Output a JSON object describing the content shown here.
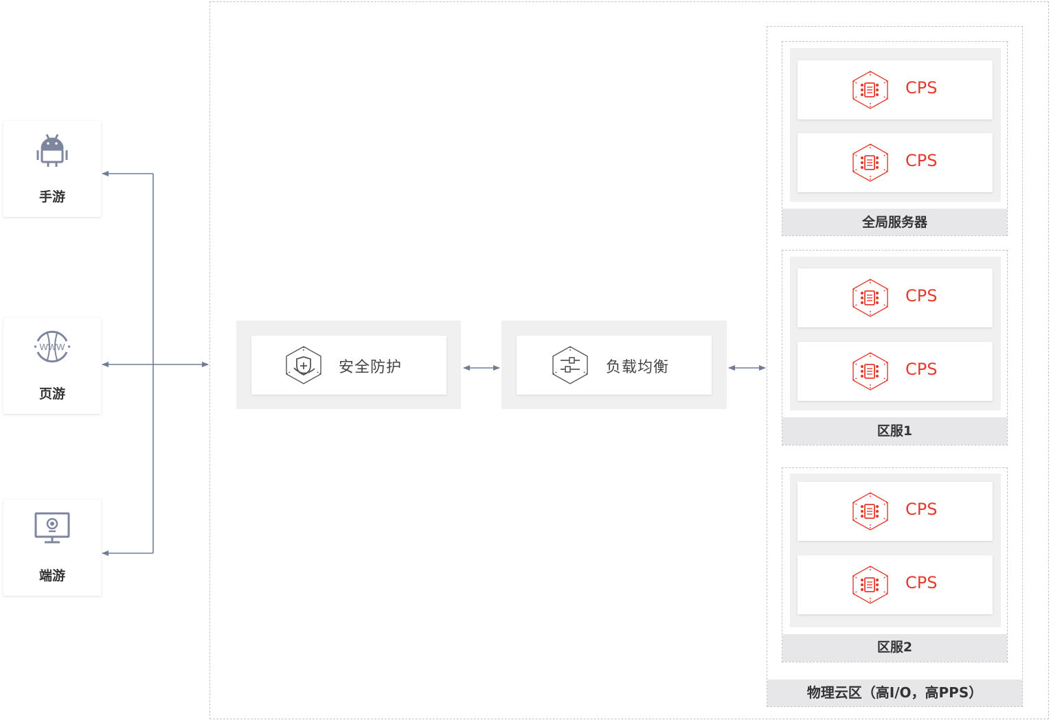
{
  "clients": [
    {
      "label": "手游",
      "icon": "android-icon"
    },
    {
      "label": "页游",
      "icon": "globe-www-icon"
    },
    {
      "label": "端游",
      "icon": "monitor-camera-icon"
    }
  ],
  "www_text": "WWW",
  "services": {
    "security": {
      "label": "安全防护",
      "icon": "shield-plus-icon"
    },
    "load_balance": {
      "label": "负载均衡",
      "icon": "load-balancer-icon"
    }
  },
  "groups": [
    {
      "label": "全局服务器",
      "servers": [
        "CPS",
        "CPS"
      ]
    },
    {
      "label": "区服1",
      "servers": [
        "CPS",
        "CPS"
      ]
    },
    {
      "label": "区服2",
      "servers": [
        "CPS",
        "CPS"
      ]
    }
  ],
  "zone": {
    "label": "物理云区（高I/O，高PPS）"
  },
  "colors": {
    "connector": "#6f7b99",
    "cps_red": "#e63a2e",
    "client_icon": "#7d869c",
    "service_icon": "#555555"
  }
}
